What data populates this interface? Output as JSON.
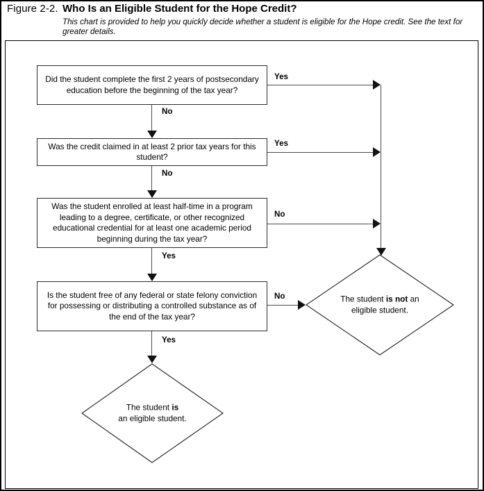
{
  "figure": {
    "label": "Figure 2-2.",
    "title": "Who Is an Eligible Student for the Hope Credit?",
    "subtitle": "This chart is provided to help you quickly decide whether a student is eligible for the Hope credit. See the text for greater details."
  },
  "chart_data": {
    "type": "diagram",
    "diagram_kind": "flowchart",
    "orientation": "top-to-bottom",
    "nodes": [
      {
        "id": "q1",
        "shape": "rectangle",
        "text": "Did the student complete the first 2 years of postsecondary education before the beginning of the tax year?"
      },
      {
        "id": "q2",
        "shape": "rectangle",
        "text": "Was the credit claimed in at least 2 prior tax years for this student?"
      },
      {
        "id": "q3",
        "shape": "rectangle",
        "text": "Was the student enrolled at least half-time in a program leading to a degree, certificate, or other recognized educational credential for at least one academic period beginning during the tax year?"
      },
      {
        "id": "q4",
        "shape": "rectangle",
        "text": "Is the student free of any federal or state felony conviction for possessing or distributing a controlled substance as of the end of the tax year?"
      },
      {
        "id": "not_eligible",
        "shape": "diamond",
        "text_line1_prefix": "The student ",
        "text_line1_bold": "is not",
        "text_line1_suffix": " an",
        "text_line2": "eligible student."
      },
      {
        "id": "eligible",
        "shape": "diamond",
        "text_line1_prefix": "The student ",
        "text_line1_bold": "is",
        "text_line1_suffix": "",
        "text_line2": "an eligible student."
      }
    ],
    "edges": [
      {
        "from": "q1",
        "to": "not_eligible",
        "label": "Yes",
        "direction": "right"
      },
      {
        "from": "q1",
        "to": "q2",
        "label": "No",
        "direction": "down"
      },
      {
        "from": "q2",
        "to": "not_eligible",
        "label": "Yes",
        "direction": "right"
      },
      {
        "from": "q2",
        "to": "q3",
        "label": "No",
        "direction": "down"
      },
      {
        "from": "q3",
        "to": "not_eligible",
        "label": "No",
        "direction": "right"
      },
      {
        "from": "q3",
        "to": "q4",
        "label": "Yes",
        "direction": "down"
      },
      {
        "from": "q4",
        "to": "not_eligible",
        "label": "No",
        "direction": "right"
      },
      {
        "from": "q4",
        "to": "eligible",
        "label": "Yes",
        "direction": "down"
      }
    ],
    "labels": {
      "yes": "Yes",
      "no": "No"
    },
    "colors": {
      "background": "#ffffff",
      "text": "#000000",
      "box_border": "#2a2a2a",
      "connector": "#4a4a4a",
      "arrowhead": "#111111",
      "frame": "#000000"
    }
  }
}
